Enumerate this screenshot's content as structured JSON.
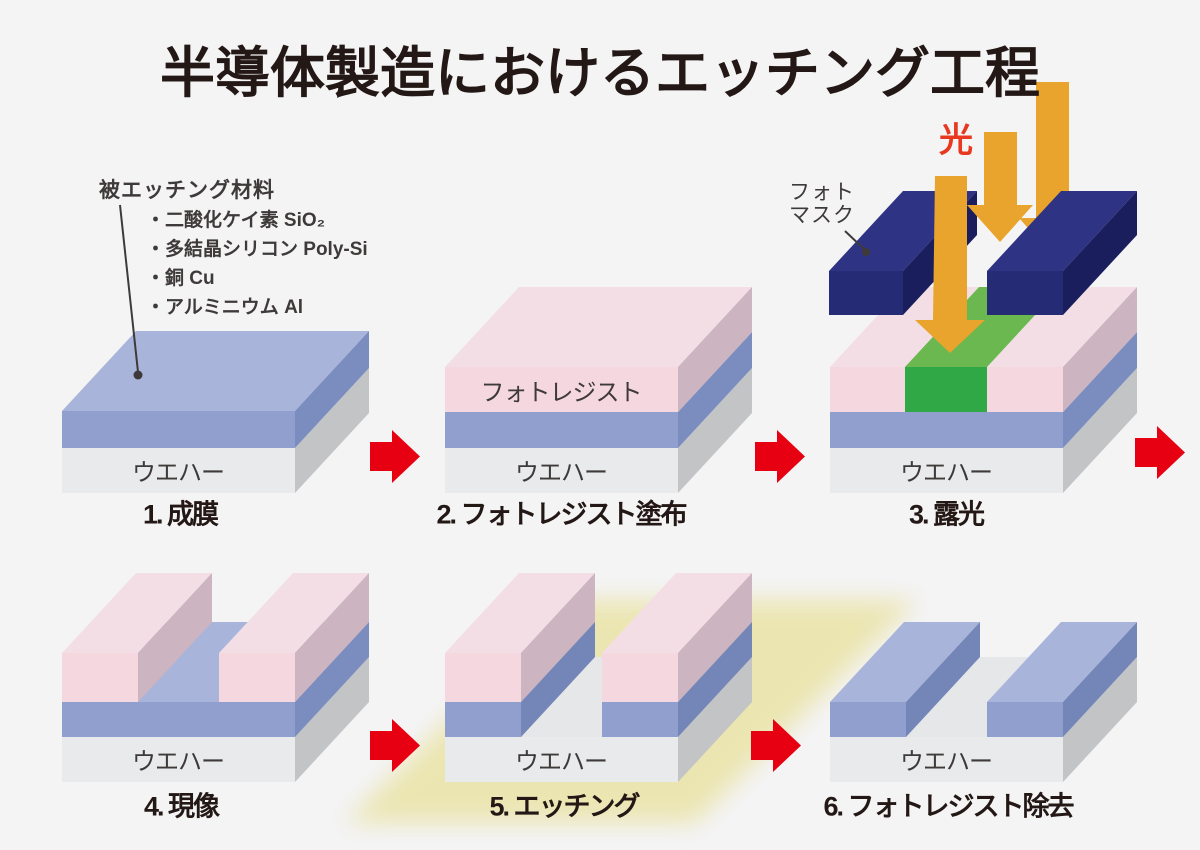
{
  "title": "半導体製造におけるエッチング工程",
  "materials_note": {
    "heading": "被エッチング材料",
    "items": [
      "・二酸化ケイ素 SiO₂",
      "・多結晶シリコン Poly-Si",
      "・銅 Cu",
      "・アルミニウム Al"
    ]
  },
  "exposure": {
    "light_label": "光",
    "photomask_line1": "フォト",
    "photomask_line2": "マスク"
  },
  "photoresist_label": "フォトレジスト",
  "steps": [
    {
      "label": "1. 成膜",
      "wafer": "ウエハー"
    },
    {
      "label": "2. フォトレジスト塗布",
      "wafer": "ウエハー"
    },
    {
      "label": "3. 露光",
      "wafer": "ウエハー"
    },
    {
      "label": "4. 現像",
      "wafer": "ウエハー"
    },
    {
      "label": "5. エッチング",
      "wafer": "ウエハー"
    },
    {
      "label": "6. フォトレジスト除去",
      "wafer": "ウエハー"
    }
  ],
  "colors": {
    "background": "#f4f4f5",
    "title_ink": "#231815",
    "text_ink": "#3e3a39",
    "film_blue_top": "#a9b4da",
    "film_blue_front": "#909fce",
    "film_blue_side": "#7b8dbf",
    "photoresist_pink_top": "#f3dee6",
    "photoresist_pink_front": "#f5d7e0",
    "photoresist_pink_side": "#ccb4c0",
    "wafer_gray_top": "#e6e7e8",
    "wafer_gray_front": "#e9eaeb",
    "wafer_gray_side": "#c3c4c6",
    "exposed_green_top": "#6ab84f",
    "exposed_green_front": "#2fa845",
    "photomask_navy_top": "#2f3383",
    "photomask_navy_front": "#262b76",
    "photomask_navy_side": "#1a1e5c",
    "light_orange": "#e8a42c",
    "light_text_red": "#e83820",
    "flow_arrow_red": "#e60012",
    "etching_highlight_yellow": "#ebe5ae"
  }
}
